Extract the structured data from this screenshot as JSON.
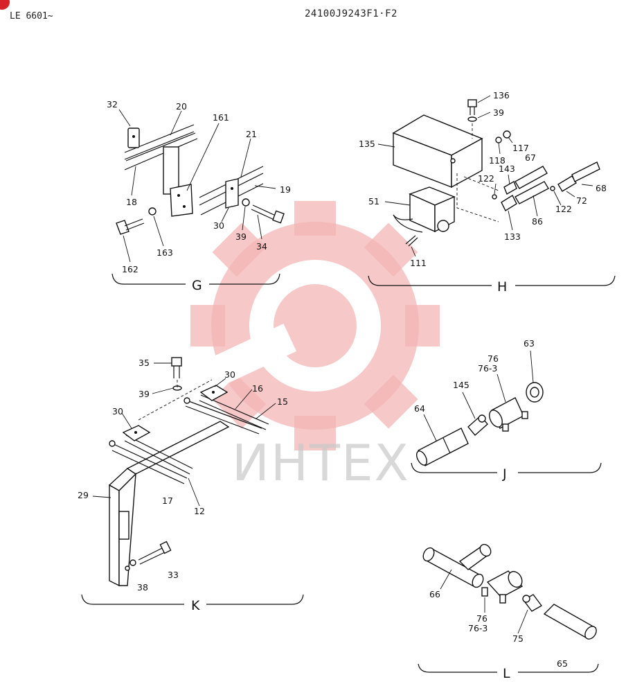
{
  "header": {
    "model": "LE 6601~",
    "document_number": "24100J9243F1·F2"
  },
  "watermark": {
    "text": "ИНТЕХ",
    "color": "#f3b6b6"
  },
  "sections": {
    "G": {
      "letter": "G",
      "labels": {
        "p32": "32",
        "p20": "20",
        "p161": "161",
        "p21": "21",
        "p18": "18",
        "p19": "19",
        "p30": "30",
        "p39": "39",
        "p34": "34",
        "p162": "162",
        "p163": "163"
      }
    },
    "H": {
      "letter": "H",
      "labels": {
        "p136": "136",
        "p39": "39",
        "p135": "135",
        "p117": "117",
        "p118": "118",
        "p67": "67",
        "p143": "143",
        "p122a": "122",
        "p51": "51",
        "p68": "68",
        "p72": "72",
        "p122b": "122",
        "p86": "86",
        "p133": "133",
        "p111": "111"
      }
    },
    "J": {
      "letter": "J",
      "labels": {
        "p76": "76",
        "p76_3": "76-3",
        "p63": "63",
        "p145": "145",
        "p64": "64"
      }
    },
    "K": {
      "letter": "K",
      "labels": {
        "p35": "35",
        "p30a": "30",
        "p39": "39",
        "p16": "16",
        "p15": "15",
        "p30b": "30",
        "p29": "29",
        "p17": "17",
        "p12": "12",
        "p33": "33",
        "p38": "38"
      }
    },
    "L": {
      "letter": "L",
      "labels": {
        "p66": "66",
        "p76": "76",
        "p76_3": "76-3",
        "p75": "75",
        "p65": "65"
      }
    }
  }
}
